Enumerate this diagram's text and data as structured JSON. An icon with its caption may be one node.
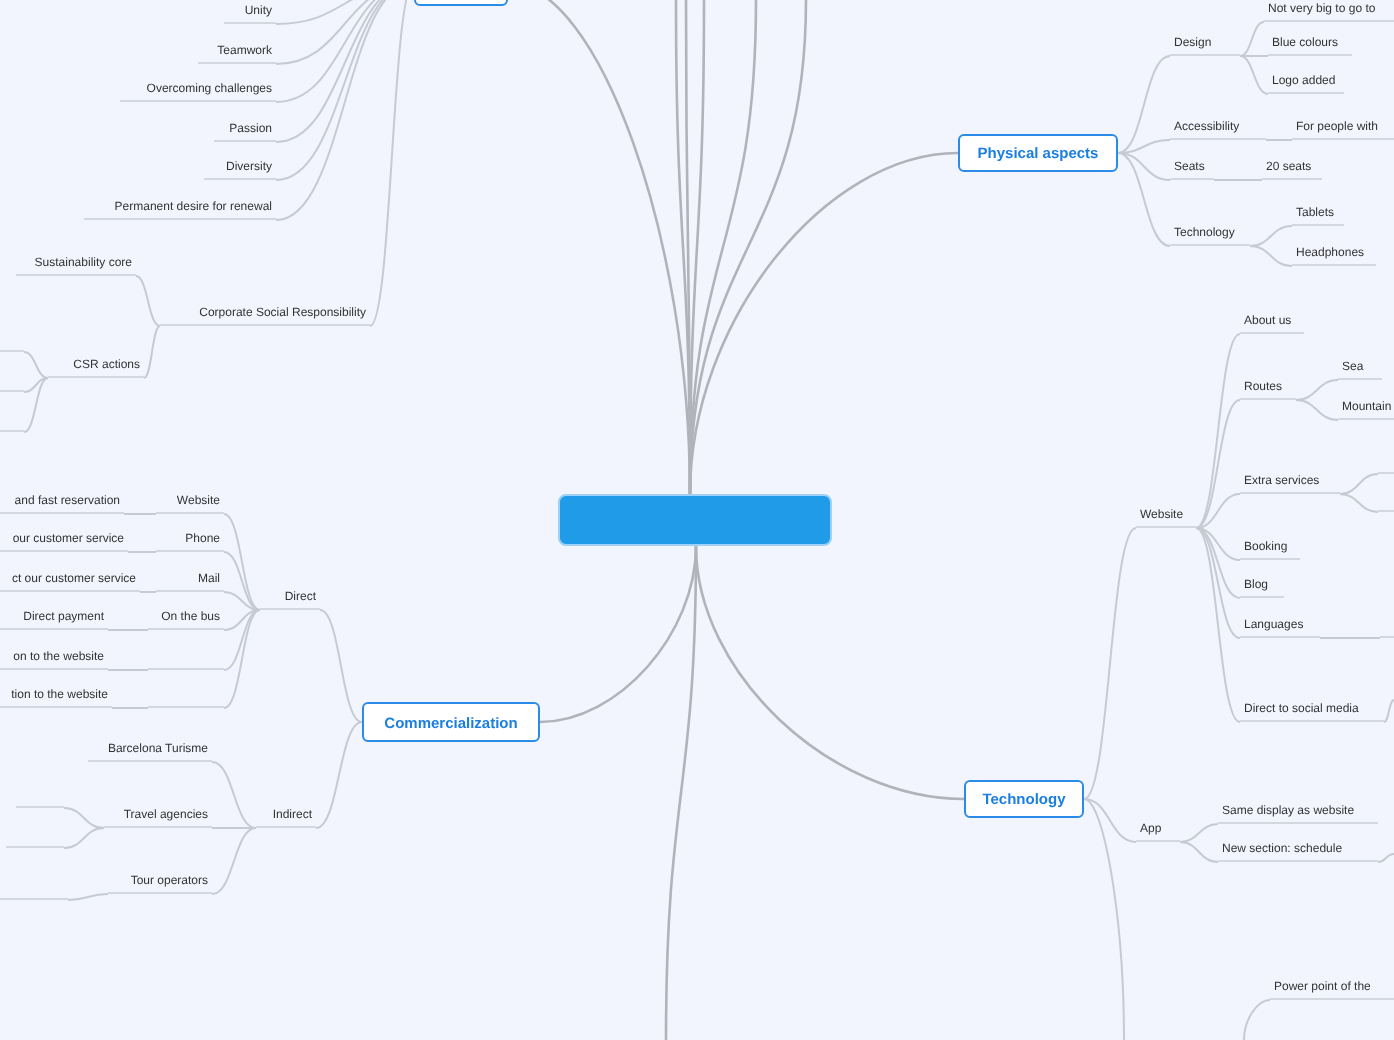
{
  "diagram": {
    "nodes": [
      {
        "text": [],
        "shape": "box"
      },
      {
        "text": [],
        "shape": "box"
      },
      {
        "text": [
          "Unity"
        ]
      },
      {
        "text": [
          "Teamwork"
        ]
      },
      {
        "text": [
          "Overcoming challenges"
        ]
      },
      {
        "text": [
          "Passion"
        ]
      },
      {
        "text": [
          "Diversity"
        ]
      },
      {
        "text": [
          "Permanent desire for renewal"
        ]
      },
      {
        "text": [
          "Corporate Social Responsibility"
        ]
      },
      {
        "text": [
          "Sustainability core"
        ]
      },
      {
        "text": [
          "CSR actions"
        ]
      },
      {
        "text": [],
        "shape": "line"
      },
      {
        "text": [],
        "shape": "line"
      },
      {
        "text": [],
        "shape": "line"
      },
      {
        "text": [
          "Commercialization"
        ]
      },
      {
        "text": [
          "Direct"
        ]
      },
      {
        "text": [
          "Website"
        ]
      },
      {
        "text": [
          "Phone"
        ]
      },
      {
        "text": [
          "Mail"
        ]
      },
      {
        "text": [
          "On the bus"
        ]
      },
      {
        "text": [],
        "shape": "line"
      },
      {
        "text": [],
        "shape": "line"
      },
      {
        "text": [
          "and fast reservation"
        ]
      },
      {
        "text": [
          "our customer service"
        ]
      },
      {
        "text": [
          "ct our customer service"
        ]
      },
      {
        "text": [
          "Direct payment"
        ]
      },
      {
        "text": [
          "on to the website"
        ]
      },
      {
        "text": [
          "tion to the website"
        ]
      },
      {
        "text": [
          "Indirect"
        ]
      },
      {
        "text": [
          "Barcelona Turisme"
        ]
      },
      {
        "text": [
          "Travel agencies"
        ]
      },
      {
        "text": [
          "Tour operators"
        ]
      },
      {
        "text": [],
        "shape": "line"
      },
      {
        "text": [],
        "shape": "line"
      },
      {
        "text": [],
        "shape": "line"
      },
      {
        "text": [
          "Physical aspects"
        ]
      },
      {
        "text": [
          "Design"
        ]
      },
      {
        "text": [
          "Accessibility"
        ]
      },
      {
        "text": [
          "Seats"
        ]
      },
      {
        "text": [
          "Technology"
        ]
      },
      {
        "text": [
          "Not very big to go to"
        ]
      },
      {
        "text": [
          "Blue colours"
        ]
      },
      {
        "text": [
          "Logo added"
        ]
      },
      {
        "text": [
          "For people with"
        ]
      },
      {
        "text": [
          "20 seats"
        ]
      },
      {
        "text": [
          "Tablets"
        ]
      },
      {
        "text": [
          "Headphones"
        ]
      },
      {
        "text": [
          "Technology"
        ]
      },
      {
        "text": [
          "Website"
        ]
      },
      {
        "text": [
          "App"
        ]
      },
      {
        "text": [
          "About us"
        ]
      },
      {
        "text": [
          "Routes"
        ]
      },
      {
        "text": [
          "Extra services"
        ]
      },
      {
        "text": [
          "Booking"
        ]
      },
      {
        "text": [
          "Blog"
        ]
      },
      {
        "text": [
          "Languages"
        ]
      },
      {
        "text": [
          "Direct to social media"
        ]
      },
      {
        "text": [
          "Sea"
        ]
      },
      {
        "text": [
          "Mountain"
        ]
      },
      {
        "text": [],
        "shape": "line"
      },
      {
        "text": [],
        "shape": "line"
      },
      {
        "text": [],
        "shape": "line"
      },
      {
        "text": [
          "Same display as website"
        ]
      },
      {
        "text": [
          "New section: schedule"
        ]
      },
      {
        "text": [
          "Power point of the"
        ]
      }
    ],
    "edges": [
      {
        "from": 0,
        "to": 1,
        "arrow": "none"
      },
      {
        "from": 0,
        "to": null,
        "arrow": "none"
      },
      {
        "from": 0,
        "to": null,
        "arrow": "none"
      },
      {
        "from": 0,
        "to": null,
        "arrow": "none"
      },
      {
        "from": 0,
        "to": null,
        "arrow": "none"
      },
      {
        "from": 0,
        "to": null,
        "arrow": "none"
      },
      {
        "from": 0,
        "to": null,
        "arrow": "none"
      },
      {
        "from": 0,
        "to": 14,
        "arrow": "none"
      },
      {
        "from": 0,
        "to": 35,
        "arrow": "none"
      },
      {
        "from": 0,
        "to": 47,
        "arrow": "none"
      },
      {
        "from": 1,
        "to": 2,
        "arrow": "none"
      },
      {
        "from": 1,
        "to": 3,
        "arrow": "none"
      },
      {
        "from": 1,
        "to": 4,
        "arrow": "none"
      },
      {
        "from": 1,
        "to": 5,
        "arrow": "none"
      },
      {
        "from": 1,
        "to": 6,
        "arrow": "none"
      },
      {
        "from": 1,
        "to": 7,
        "arrow": "none"
      },
      {
        "from": 1,
        "to": 8,
        "arrow": "none"
      },
      {
        "from": 8,
        "to": 9,
        "arrow": "none"
      },
      {
        "from": 8,
        "to": 10,
        "arrow": "none"
      },
      {
        "from": 10,
        "to": 11,
        "arrow": "none"
      },
      {
        "from": 10,
        "to": 12,
        "arrow": "none"
      },
      {
        "from": 10,
        "to": 13,
        "arrow": "none"
      },
      {
        "from": 14,
        "to": 15,
        "arrow": "none"
      },
      {
        "from": 14,
        "to": 28,
        "arrow": "none"
      },
      {
        "from": 15,
        "to": 16,
        "arrow": "none"
      },
      {
        "from": 15,
        "to": 17,
        "arrow": "none"
      },
      {
        "from": 15,
        "to": 18,
        "arrow": "none"
      },
      {
        "from": 15,
        "to": 19,
        "arrow": "none"
      },
      {
        "from": 15,
        "to": 20,
        "arrow": "none"
      },
      {
        "from": 15,
        "to": 21,
        "arrow": "none"
      },
      {
        "from": 16,
        "to": 22,
        "arrow": "none"
      },
      {
        "from": 17,
        "to": 23,
        "arrow": "none"
      },
      {
        "from": 18,
        "to": 24,
        "arrow": "none"
      },
      {
        "from": 19,
        "to": 25,
        "arrow": "none"
      },
      {
        "from": 20,
        "to": 26,
        "arrow": "none"
      },
      {
        "from": 21,
        "to": 27,
        "arrow": "none"
      },
      {
        "from": 28,
        "to": 29,
        "arrow": "none"
      },
      {
        "from": 28,
        "to": 30,
        "arrow": "none"
      },
      {
        "from": 28,
        "to": 31,
        "arrow": "none"
      },
      {
        "from": 30,
        "to": 32,
        "arrow": "none"
      },
      {
        "from": 30,
        "to": 33,
        "arrow": "none"
      },
      {
        "from": 31,
        "to": 34,
        "arrow": "none"
      },
      {
        "from": 35,
        "to": 36,
        "arrow": "none"
      },
      {
        "from": 35,
        "to": 37,
        "arrow": "none"
      },
      {
        "from": 35,
        "to": 38,
        "arrow": "none"
      },
      {
        "from": 35,
        "to": 39,
        "arrow": "none"
      },
      {
        "from": 36,
        "to": 40,
        "arrow": "none"
      },
      {
        "from": 36,
        "to": 41,
        "arrow": "none"
      },
      {
        "from": 36,
        "to": 42,
        "arrow": "none"
      },
      {
        "from": 37,
        "to": 43,
        "arrow": "none"
      },
      {
        "from": 38,
        "to": 44,
        "arrow": "none"
      },
      {
        "from": 39,
        "to": 45,
        "arrow": "none"
      },
      {
        "from": 39,
        "to": 46,
        "arrow": "none"
      },
      {
        "from": 47,
        "to": 48,
        "arrow": "none"
      },
      {
        "from": 47,
        "to": 49,
        "arrow": "none"
      },
      {
        "from": 47,
        "to": null,
        "arrow": "none"
      },
      {
        "from": 48,
        "to": 50,
        "arrow": "none"
      },
      {
        "from": 48,
        "to": 51,
        "arrow": "none"
      },
      {
        "from": 48,
        "to": 52,
        "arrow": "none"
      },
      {
        "from": 48,
        "to": 53,
        "arrow": "none"
      },
      {
        "from": 48,
        "to": 54,
        "arrow": "none"
      },
      {
        "from": 48,
        "to": 55,
        "arrow": "none"
      },
      {
        "from": 48,
        "to": 56,
        "arrow": "none"
      },
      {
        "from": 51,
        "to": 57,
        "arrow": "none"
      },
      {
        "from": 51,
        "to": 58,
        "arrow": "none"
      },
      {
        "from": 52,
        "to": 59,
        "arrow": "none"
      },
      {
        "from": 52,
        "to": 60,
        "arrow": "none"
      },
      {
        "from": 55,
        "to": 61,
        "arrow": "none"
      },
      {
        "from": 56,
        "to": null,
        "arrow": "none"
      },
      {
        "from": 49,
        "to": 62,
        "arrow": "none"
      },
      {
        "from": 49,
        "to": 63,
        "arrow": "none"
      },
      {
        "from": 63,
        "to": null,
        "arrow": "none"
      },
      {
        "from": null,
        "to": 64,
        "arrow": "none"
      }
    ]
  }
}
